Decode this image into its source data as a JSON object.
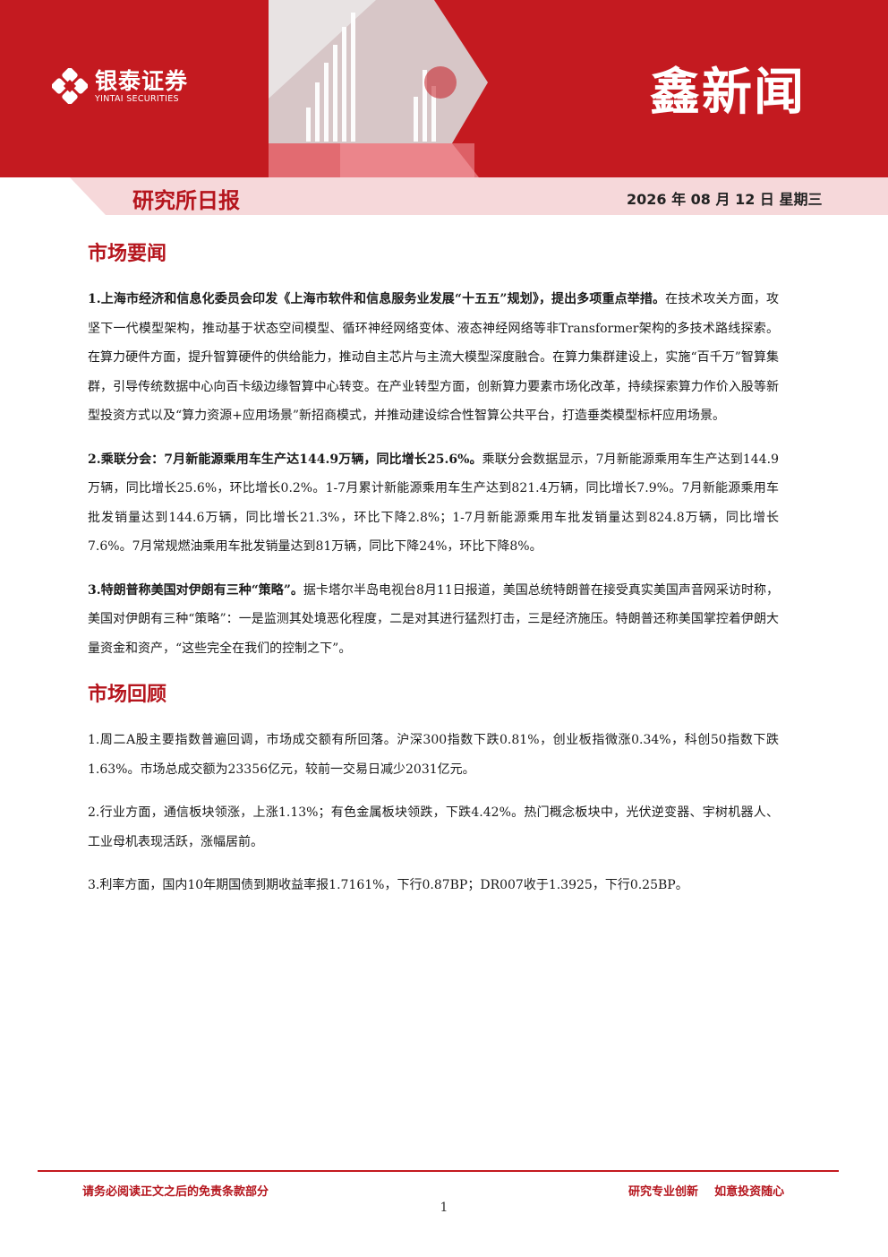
{
  "header": {
    "brand_cn": "银泰证券",
    "brand_en": "YINTAI SECURITIES",
    "title": "鑫新闻",
    "subtitle": "研究所日报",
    "date": "2026 年 08 月 12 日  星期三",
    "colors": {
      "brand_red": "#c41a20",
      "pink_band": "#f6d8da"
    }
  },
  "sections": {
    "market_news": {
      "title": "市场要闻",
      "items": [
        {
          "lead": "1.上海市经济和信息化委员会印发《上海市软件和信息服务业发展“十五五”规划》，提出多项重点举措。",
          "body": "在技术攻关方面，攻坚下一代模型架构，推动基于状态空间模型、循环神经网络变体、液态神经网络等非Transformer架构的多技术路线探索。在算力硬件方面，提升智算硬件的供给能力，推动自主芯片与主流大模型深度融合。在算力集群建设上，实施“百千万”智算集群，引导传统数据中心向百卡级边缘智算中心转变。在产业转型方面，创新算力要素市场化改革，持续探索算力作价入股等新型投资方式以及“算力资源+应用场景”新招商模式，并推动建设综合性智算公共平台，打造垂类模型标杆应用场景。"
        },
        {
          "lead": "2.乘联分会：7月新能源乘用车生产达144.9万辆，同比增长25.6%。",
          "body": "乘联分会数据显示，7月新能源乘用车生产达到144.9万辆，同比增长25.6%，环比增长0.2%。1-7月累计新能源乘用车生产达到821.4万辆，同比增长7.9%。7月新能源乘用车批发销量达到144.6万辆，同比增长21.3%，环比下降2.8%；1-7月新能源乘用车批发销量达到824.8万辆，同比增长7.6%。7月常规燃油乘用车批发销量达到81万辆，同比下降24%，环比下降8%。"
        },
        {
          "lead": "3.特朗普称美国对伊朗有三种“策略”。",
          "body": "据卡塔尔半岛电视台8月11日报道，美国总统特朗普在接受真实美国声音网采访时称，美国对伊朗有三种“策略”：一是监测其处境恶化程度，二是对其进行猛烈打击，三是经济施压。特朗普还称美国掌控着伊朗大量资金和资产，“这些完全在我们的控制之下”。"
        }
      ]
    },
    "market_review": {
      "title": "市场回顾",
      "items": [
        "1.周二A股主要指数普遍回调，市场成交额有所回落。沪深300指数下跌0.81%，创业板指微涨0.34%，科创50指数下跌1.63%。市场总成交额为23356亿元，较前一交易日减少2031亿元。",
        "2.行业方面，通信板块领涨，上涨1.13%；有色金属板块领跌，下跌4.42%。热门概念板块中，光伏逆变器、宇树机器人、工业母机表现活跃，涨幅居前。",
        "3.利率方面，国内10年期国债到期收益率报1.7161%，下行0.87BP；DR007收于1.3925，下行0.25BP。"
      ]
    }
  },
  "footer": {
    "disclaimer": "请务必阅读正文之后的免责条款部分",
    "slogan": "研究专业创新    如意投资随心",
    "page_number": "1"
  }
}
